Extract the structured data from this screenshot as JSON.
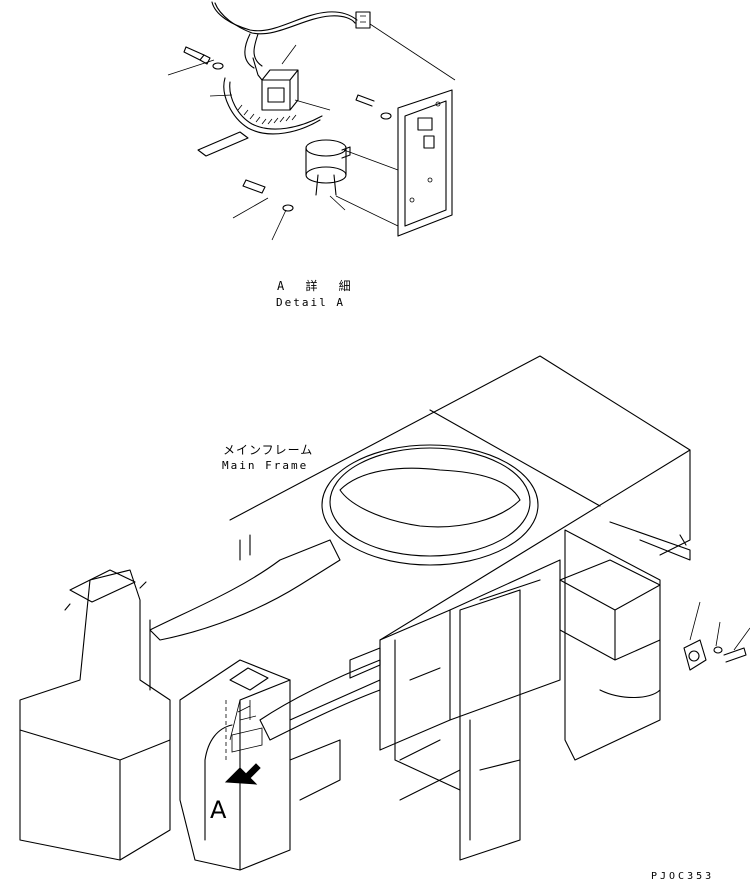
{
  "labels": {
    "detail_title_jp": "A 詳 細",
    "detail_title_en": "Detail A",
    "frame_title_jp": "メインフレーム",
    "frame_title_en": "Main Frame",
    "view_marker": "A",
    "drawing_code": "PJOC353"
  }
}
